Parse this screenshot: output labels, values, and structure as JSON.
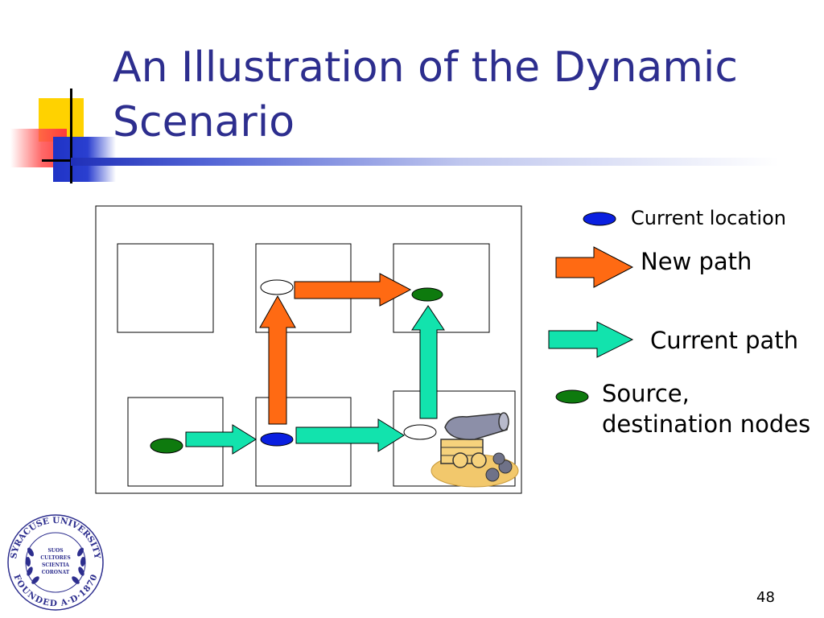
{
  "slide": {
    "title_line1": "An Illustration of the Dynamic",
    "title_line2": "Scenario",
    "page_number": "48"
  },
  "legend": {
    "current_location": "Current location",
    "new_path": "New path",
    "current_path": "Current path",
    "source_line1": "Source,",
    "source_line2": "destination nodes"
  },
  "seal": {
    "ring_top": "SYRACUSE UNIVERSITY",
    "ring_bottom": "FOUNDED A·D·1870",
    "motto_1": "SUOS",
    "motto_2": "CULTORES",
    "motto_3": "SCIENTIA",
    "motto_4": "CORONAT"
  },
  "colors": {
    "title": "#2d2e8e",
    "new_path": "#ff6a13",
    "current_path": "#12e3ad",
    "current_location": "#0a1fe0",
    "source_node": "#0e7a0e"
  },
  "icons": {
    "cannon": "cannon-icon",
    "seal": "university-seal-icon"
  }
}
